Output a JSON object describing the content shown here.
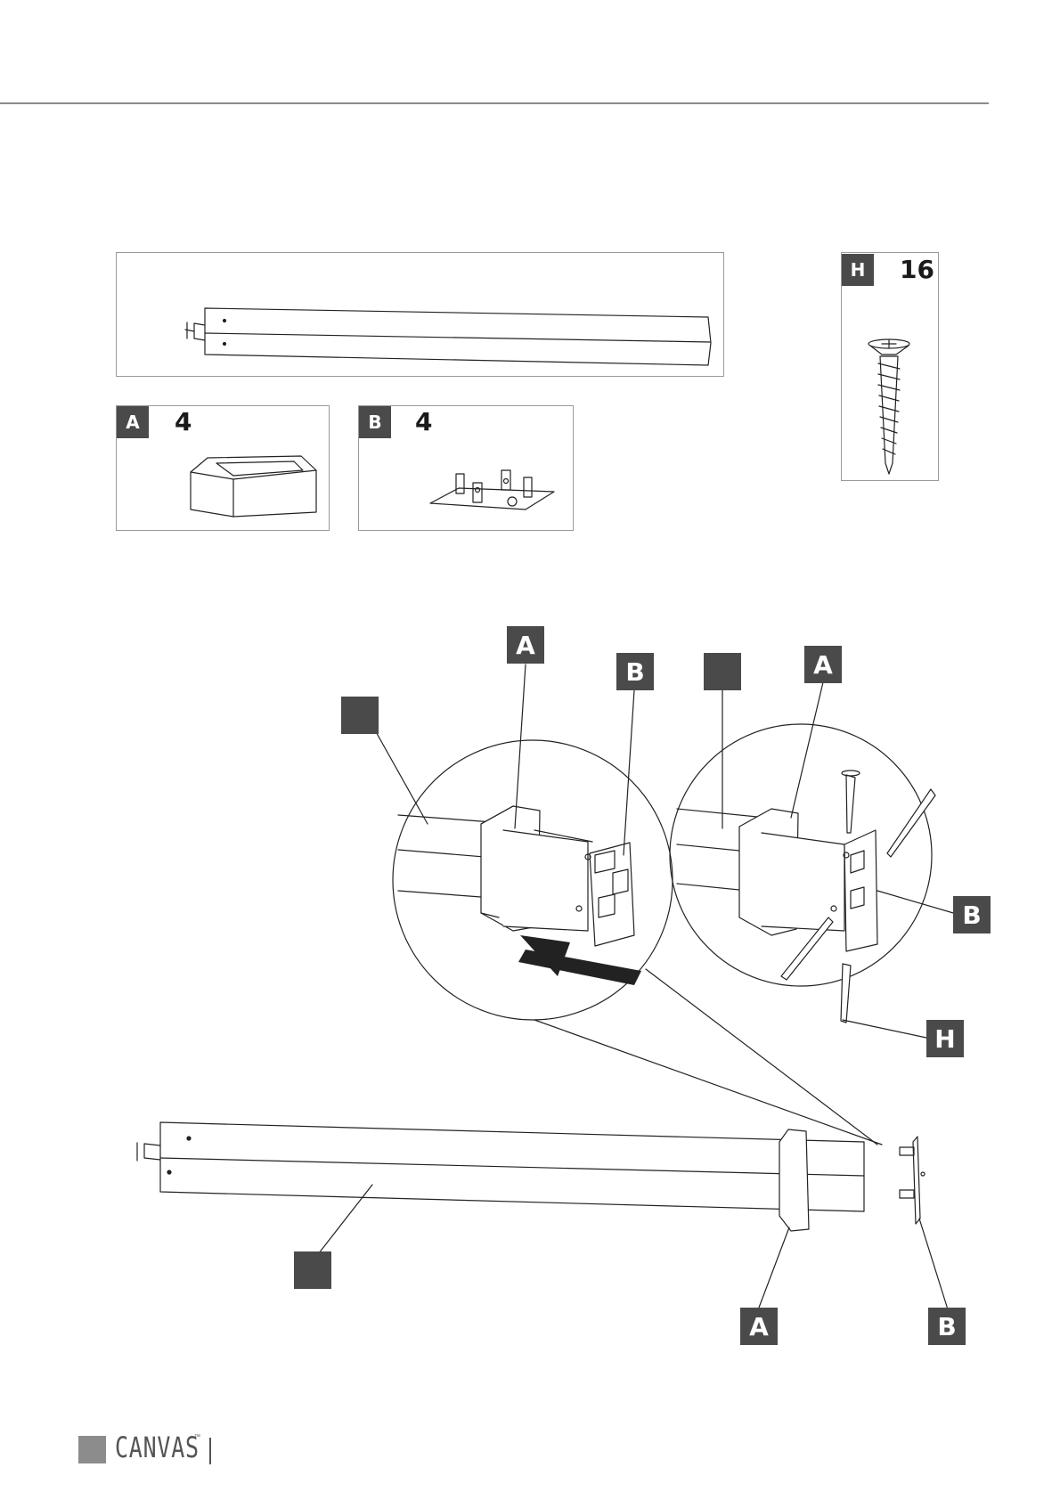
{
  "parts": {
    "post": {
      "label": "",
      "qty": ""
    },
    "a": {
      "label": "A",
      "qty": "4"
    },
    "b": {
      "label": "B",
      "qty": "4"
    },
    "h": {
      "label": "H",
      "qty": "16"
    }
  },
  "callouts": {
    "a_detail1": "A",
    "b_detail1": "B",
    "a_detail2": "A",
    "b_detail2": "B",
    "h_detail2": "H",
    "a_main": "A",
    "b_main": "B",
    "post_detail1": "",
    "post_detail2": "",
    "post_main": ""
  },
  "footer": {
    "brand": "CANVAS",
    "tm": "™"
  }
}
